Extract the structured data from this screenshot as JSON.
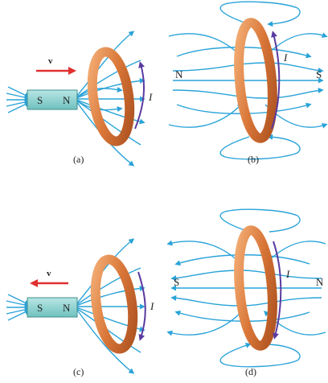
{
  "colors": {
    "field_line": "#2aa3d8",
    "ring_light": "#f0a367",
    "ring_mid": "#d97638",
    "ring_dark": "#b85a24",
    "magnet_fill": "#8fd3d1",
    "magnet_stroke": "#3f8f8d",
    "velocity_arrow": "#e03030",
    "current_arrow": "#5a3aa0",
    "text": "#222222"
  },
  "panels": [
    {
      "id": "a",
      "caption": "(a)",
      "pole_left": "S",
      "pole_right": "N",
      "velocity_label": "v",
      "current_label": "I"
    },
    {
      "id": "b",
      "caption": "(b)",
      "pole_left": "N",
      "pole_right": "S",
      "current_label": "I"
    },
    {
      "id": "c",
      "caption": "(c)",
      "pole_left": "S",
      "pole_right": "N",
      "velocity_label": "v",
      "current_label": "I"
    },
    {
      "id": "d",
      "caption": "(d)",
      "pole_left": "S",
      "pole_right": "N",
      "current_label": "I"
    }
  ]
}
